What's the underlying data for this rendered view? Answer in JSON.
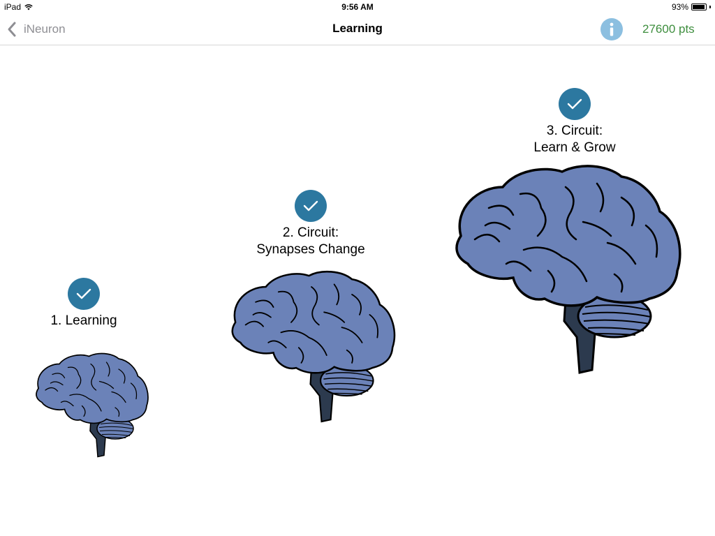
{
  "status_bar": {
    "device": "iPad",
    "time": "9:56 AM",
    "battery_percent": "93%",
    "battery_level": 0.93,
    "icons": [
      "wifi-icon",
      "battery-icon"
    ]
  },
  "nav": {
    "back_label": "iNeuron",
    "title": "Learning",
    "points": "27600 pts",
    "icons": [
      "chevron-left-icon",
      "info-icon"
    ]
  },
  "levels": [
    {
      "title_line1": "1. Learning",
      "title_line2": "",
      "completed": true
    },
    {
      "title_line1": "2. Circuit:",
      "title_line2": "Synapses Change",
      "completed": true
    },
    {
      "title_line1": "3. Circuit:",
      "title_line2": "Learn & Grow",
      "completed": true
    }
  ],
  "colors": {
    "brain_fill": "#6b82b8",
    "brainstem": "#2c3a4e",
    "check_badge": "#2c78a0",
    "info_button": "#8cbfe0",
    "points_text": "#3e8e3e",
    "back_text": "#8e8e93"
  }
}
